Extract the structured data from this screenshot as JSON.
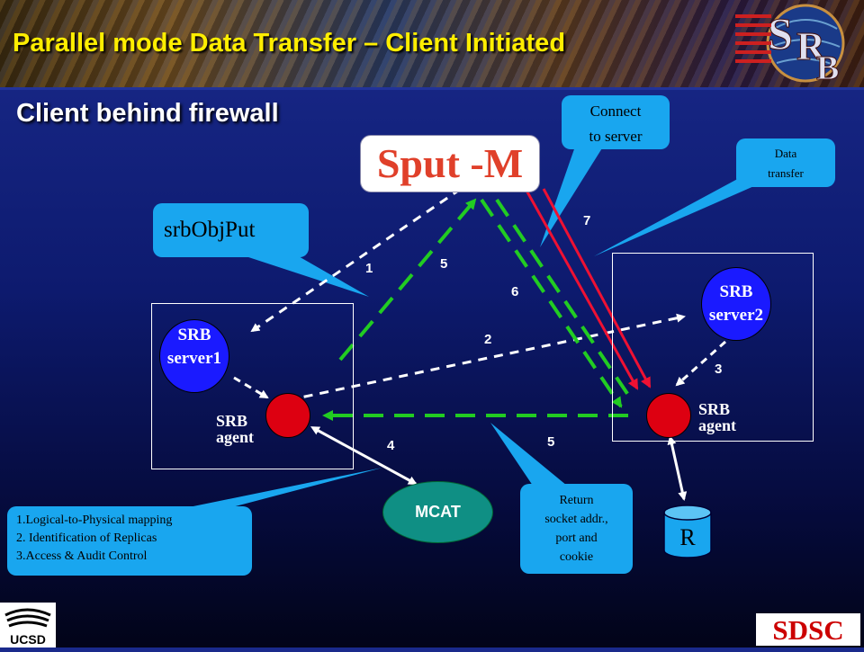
{
  "title": "Parallel mode Data Transfer – Client Initiated",
  "subtitle": "Client behind firewall",
  "command": "Sput -M",
  "callouts": {
    "srbobjput": "srbObjPut",
    "connect": [
      "Connect",
      "to server"
    ],
    "data_transfer": [
      "Data",
      "transfer"
    ],
    "return_socket": [
      "Return",
      "socket addr.,",
      "port and",
      "cookie"
    ],
    "mcat_functions": [
      "1.Logical-to-Physical mapping",
      "2. Identification of Replicas",
      "3.Access & Audit Control"
    ]
  },
  "nodes": {
    "server1": [
      "SRB",
      "server1"
    ],
    "server2": [
      "SRB",
      "server2"
    ],
    "agent1": [
      "SRB",
      "agent"
    ],
    "agent2": [
      "SRB",
      "agent"
    ],
    "mcat": "MCAT",
    "resource": "R"
  },
  "step_numbers": {
    "s1": "1",
    "s2": "2",
    "s3": "3",
    "s4": "4",
    "s5a": "5",
    "s5b": "5",
    "s6": "6",
    "s7": "7"
  },
  "logos": {
    "srb": "SRB",
    "ucsd": "UCSD",
    "sdsc": "SDSC"
  },
  "colors": {
    "background": "#0d1a6e",
    "title": "#ffee00",
    "callout": "#19a6ef",
    "server": "#1a1aff",
    "agent": "#dd0011",
    "mcat": "#0f8f84",
    "green_dash": "#22cc22",
    "red_line": "#ee1133"
  }
}
